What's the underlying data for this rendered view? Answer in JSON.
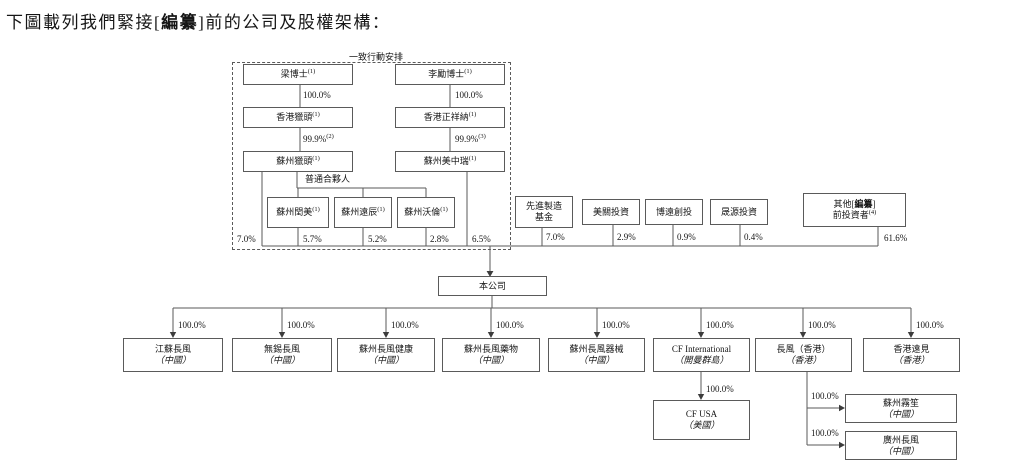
{
  "title": {
    "prefix": "下圖載列我們緊接[",
    "redacted": "編纂",
    "suffix": "]前的公司及股權架構："
  },
  "labels": {
    "concert_party": "一致行動安排",
    "general_partner": "普通合夥人"
  },
  "percents": {
    "full": "100.0%",
    "p999a": {
      "value": "99.9%",
      "note": "(2)"
    },
    "p999b": {
      "value": "99.9%",
      "note": "(3)"
    },
    "gp_left": "7.0%",
    "gp1": "5.7%",
    "gp2": "5.2%",
    "gp3": "2.8%",
    "szmzr": "6.5%",
    "fund": "7.0%",
    "mg": "2.9%",
    "by": "0.9%",
    "sy": "0.4%",
    "other": "61.6%"
  },
  "nodes": {
    "liang": {
      "name": "梁博士",
      "note": "(1)"
    },
    "li": {
      "name": "李勵博士",
      "note": "(1)"
    },
    "hk_lt": {
      "name": "香港獵頭",
      "note": "(1)"
    },
    "hk_zxn": {
      "name": "香港正祥納",
      "note": "(1)"
    },
    "sz_lt": {
      "name": "蘇州獵頭",
      "note": "(1)"
    },
    "sz_mzr": {
      "name": "蘇州美中瑞",
      "note": "(1)"
    },
    "sz_rm": {
      "name": "蘇州閏美",
      "note": "(1)"
    },
    "sz_yc": {
      "name": "蘇州遠辰",
      "note": "(1)"
    },
    "sz_wl": {
      "name": "蘇州沃倫",
      "note": "(1)"
    },
    "fund": {
      "line1": "先進製造",
      "line2": "基金"
    },
    "mg": {
      "name": "美關投資"
    },
    "by": {
      "name": "博遠創投"
    },
    "sy": {
      "name": "晟源投資"
    },
    "other": {
      "l1a": "其他[",
      "l1b": "編纂",
      "l1c": "]",
      "l2": "前投資者",
      "note": "(4)"
    },
    "company": {
      "name": "本公司"
    },
    "b1": {
      "name": "江蘇長風",
      "region": "（中國）"
    },
    "b2": {
      "name": "無錫長風",
      "region": "（中國）"
    },
    "b3": {
      "name": "蘇州長風健康",
      "region": "（中國）"
    },
    "b4": {
      "name": "蘇州長風藥物",
      "region": "（中國）"
    },
    "b5": {
      "name": "蘇州長風器械",
      "region": "（中國）"
    },
    "b6": {
      "name": "CF International",
      "region": "（開曼群島）"
    },
    "b7": {
      "name": "長風（香港）",
      "region": "（香港）"
    },
    "b8": {
      "name": "香港遠見",
      "region": "（香港）"
    },
    "cf_usa": {
      "name": "CF USA",
      "region": "（美國）"
    },
    "sz_ws": {
      "name": "蘇州霧笙",
      "region": "（中國）"
    },
    "gz_cf": {
      "name": "廣州長風",
      "region": "（中國）"
    }
  }
}
